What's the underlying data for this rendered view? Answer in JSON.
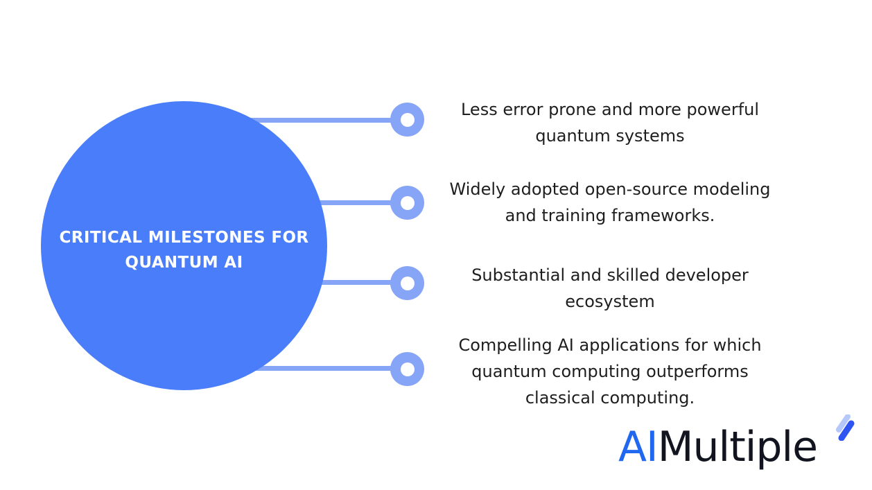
{
  "diagram": {
    "title_lines": [
      "CRITICAL MILESTONES FOR",
      "QUANTUM AI"
    ],
    "milestones": [
      {
        "lines": [
          "Less error prone and more powerful",
          "quantum systems"
        ]
      },
      {
        "lines": [
          "Widely adopted open-source modeling",
          "and training frameworks."
        ]
      },
      {
        "lines": [
          "Substantial and skilled developer",
          "ecosystem"
        ]
      },
      {
        "lines": [
          "Compelling AI applications for which",
          "quantum computing outperforms",
          "classical computing."
        ]
      }
    ]
  },
  "logo": {
    "prefix": "AI",
    "suffix": "Multiple"
  },
  "colors": {
    "background": "#ffffff",
    "circle_fill": "#4a7dfa",
    "connector": "#87a5f6",
    "body_text": "#1e1e1e",
    "title_text": "#ffffff",
    "logo_prefix": "#2068f0",
    "logo_suffix": "#12151f",
    "bolt_light": "#b5c8fb",
    "bolt_dark": "#2e55f2"
  }
}
